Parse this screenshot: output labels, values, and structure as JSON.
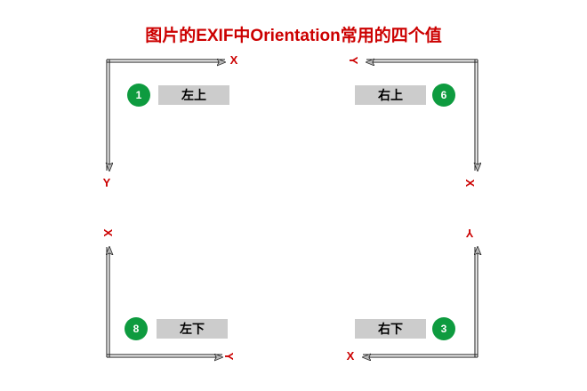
{
  "page": {
    "title": "图片的EXIF中Orientation常用的四个值",
    "title_color": "#cc0000",
    "background_color": "#ffffff",
    "badge_color": "#0e9b3f",
    "badge_text_color": "#ffffff",
    "caption_box_color": "#cccccc",
    "caption_text_color": "#000000",
    "axis_line_color": "#1a1a1a",
    "arrow_head_fill": "#b8b8b8",
    "axis_label_color": "#cc0000"
  },
  "diagram": {
    "type": "exif-orientation-axes",
    "quadrants": [
      {
        "id": "top-left",
        "orientation_value": "1",
        "caption": "左上",
        "origin_corner": "top-left",
        "x_axis": {
          "label": "X",
          "direction": "right",
          "rotation": 0
        },
        "y_axis": {
          "label": "Y",
          "direction": "down",
          "rotation": 0
        }
      },
      {
        "id": "top-right",
        "orientation_value": "6",
        "caption": "右上",
        "origin_corner": "top-right",
        "x_axis": {
          "label": "X",
          "direction": "down",
          "rotation": 90
        },
        "y_axis": {
          "label": "Y",
          "direction": "left",
          "rotation": 90
        }
      },
      {
        "id": "bottom-left",
        "orientation_value": "8",
        "caption": "左下",
        "origin_corner": "bottom-left",
        "x_axis": {
          "label": "X",
          "direction": "up",
          "rotation": 90
        },
        "y_axis": {
          "label": "Y",
          "direction": "right",
          "rotation": 90
        }
      },
      {
        "id": "bottom-right",
        "orientation_value": "3",
        "caption": "右下",
        "origin_corner": "bottom-right",
        "x_axis": {
          "label": "X",
          "direction": "left",
          "rotation": 0
        },
        "y_axis": {
          "label": "Y",
          "direction": "up",
          "rotation": 180
        }
      }
    ]
  }
}
